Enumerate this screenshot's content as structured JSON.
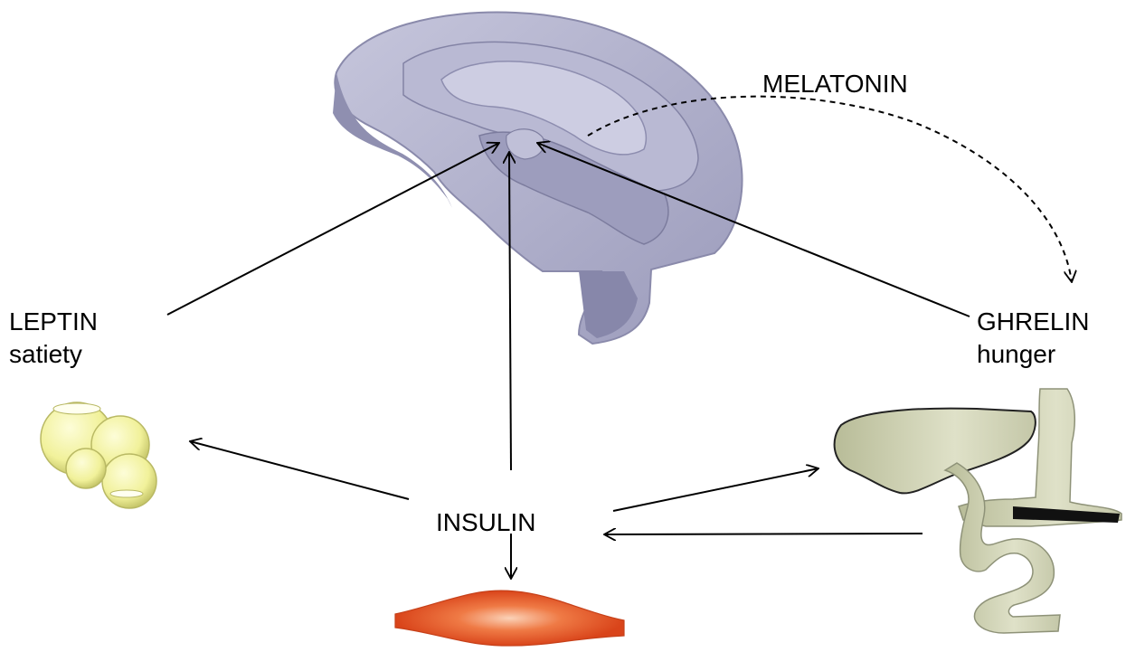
{
  "labels": {
    "melatonin": "MELATONIN",
    "leptin": "LEPTIN",
    "leptin_effect": "satiety",
    "ghrelin": "GHRELIN",
    "ghrelin_effect": "hunger",
    "insulin": "INSULIN"
  },
  "colors": {
    "brain": "#a9a9c6",
    "brain_dark": "#7d7d9e",
    "brain_light": "#cacadf",
    "fat_cells": "#f2f29a",
    "fat_cells_edge": "#c9c970",
    "gut": "#cfd2b6",
    "gut_dark": "#9ea384",
    "muscle": "#e8501e",
    "muscle_light": "#f7b08c",
    "arrow": "#000000"
  },
  "icons": {
    "brain": "brain-hypothalamus-icon",
    "fat": "adipose-cells-icon",
    "gut": "stomach-intestine-icon",
    "muscle": "muscle-cell-icon"
  }
}
